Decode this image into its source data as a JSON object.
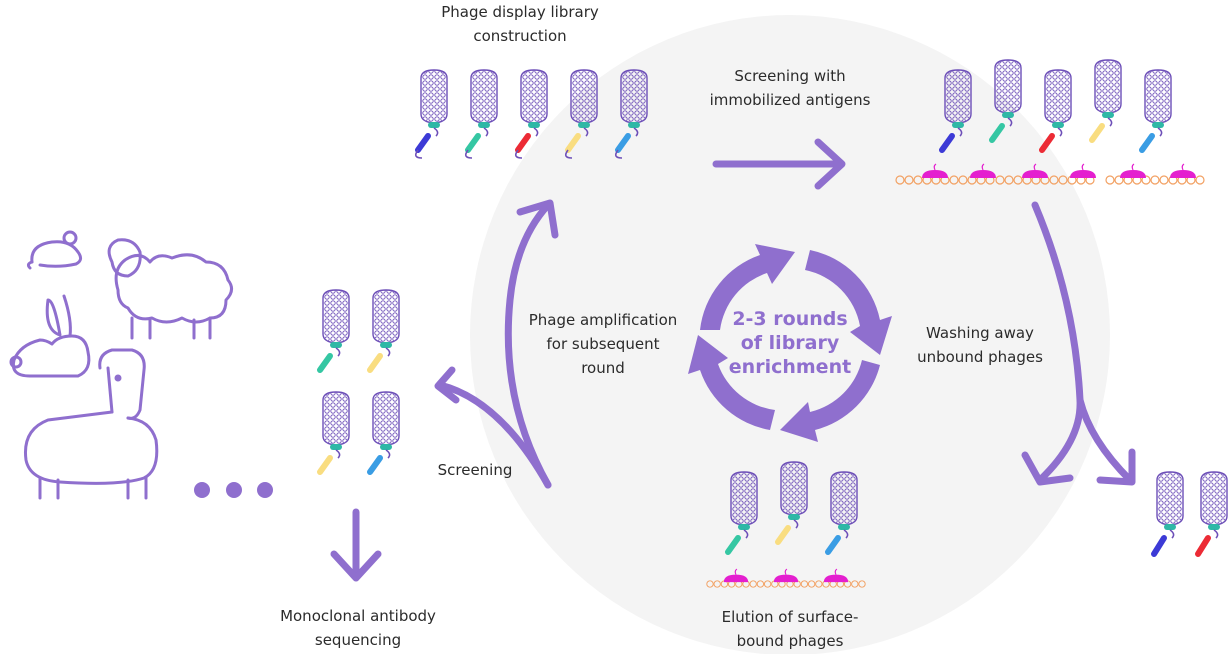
{
  "labels": {
    "library_construction": [
      "Phage display library",
      "construction"
    ],
    "screening_antigens": [
      "Screening with",
      "immobilized antigens"
    ],
    "washing": [
      "Washing away",
      "unbound phages"
    ],
    "elution": [
      "Elution of surface-",
      "bound phages"
    ],
    "amplification": [
      "Phage amplification",
      "for subsequent",
      "round"
    ],
    "screening": [
      "Screening"
    ],
    "sequencing": [
      "Monoclonal antibody",
      "sequencing"
    ],
    "center": [
      "2-3 rounds",
      "of library",
      "enrichment"
    ]
  },
  "colors": {
    "accent": "#8f6fce",
    "background_circle": "#f4f4f4",
    "phage_head": "#6d4fb8",
    "linker": "#2fb8a6",
    "antigen": "#e41fcf",
    "surface": "#f2a062",
    "scfv_variants": [
      "#3c3ad6",
      "#35c7a3",
      "#ec2b35",
      "#f9dd80",
      "#3a9de4"
    ]
  },
  "icons": [
    "mouse-icon",
    "sheep-icon",
    "rabbit-icon",
    "alpaca-icon",
    "ellipsis-icon",
    "phage-icon",
    "antigen-surface-icon",
    "cycle-arrow-icon"
  ]
}
